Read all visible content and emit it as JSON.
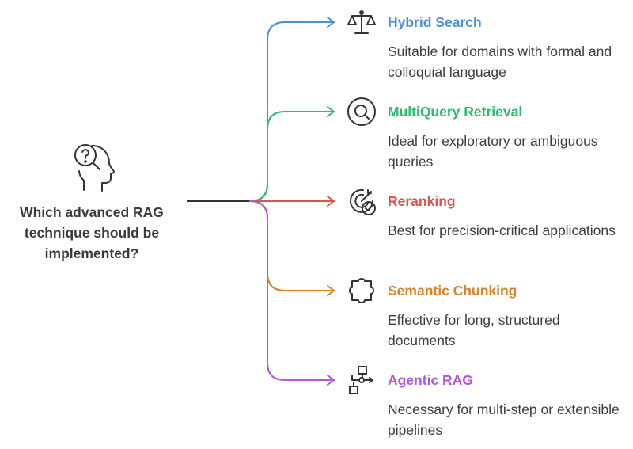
{
  "question": {
    "text": "Which advanced RAG technique should be implemented?",
    "icon": "head-question-icon",
    "stem_color": "#333333"
  },
  "options": [
    {
      "title": "Hybrid Search",
      "description": "Suitable for domains with formal and colloquial language",
      "color": "#4a90d9",
      "icon": "balance-scale-icon"
    },
    {
      "title": "MultiQuery Retrieval",
      "description": "Ideal for exploratory or ambiguous queries",
      "color": "#2dbb70",
      "icon": "search-icon"
    },
    {
      "title": "Reranking",
      "description": "Best for precision-critical applications",
      "color": "#d9534f",
      "icon": "target-check-icon"
    },
    {
      "title": "Semantic Chunking",
      "description": "Effective for long, structured documents",
      "color": "#d98226",
      "icon": "puzzle-piece-icon"
    },
    {
      "title": "Agentic RAG",
      "description": "Necessary for multi-step or extensible pipelines",
      "color": "#b556d9",
      "icon": "workflow-icon"
    }
  ]
}
